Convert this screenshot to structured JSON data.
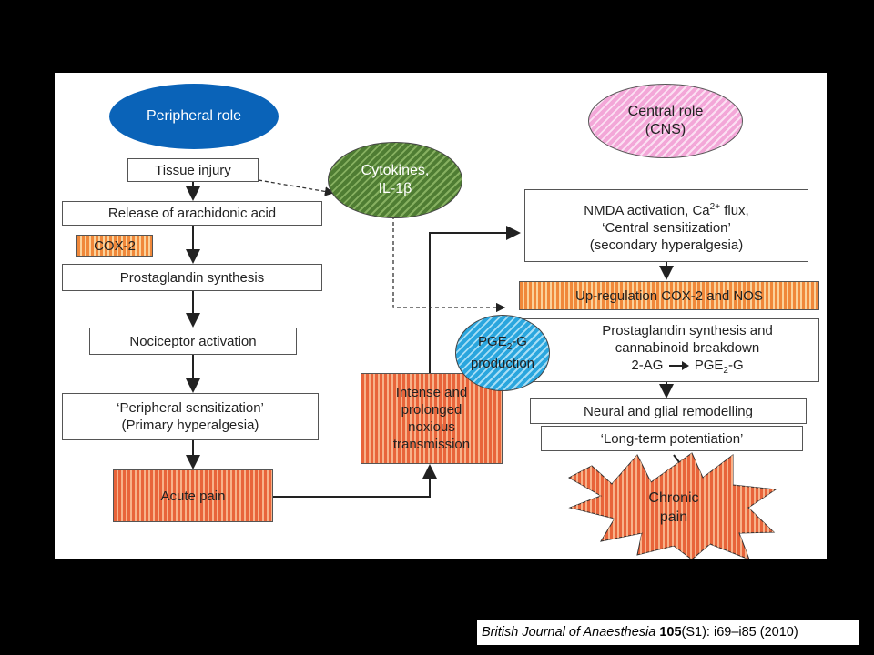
{
  "nodes": {
    "peripheral_role": "Peripheral role",
    "central_role_line1": "Central role",
    "central_role_line2": "(CNS)",
    "cytokines_line1": "Cytokines,",
    "cytokines_line2": "IL-1β",
    "tissue_injury": "Tissue injury",
    "arachidonic": "Release of arachidonic acid",
    "cox2": "COX-2",
    "prostaglandin_synthesis": "Prostaglandin synthesis",
    "nociceptor": "Nociceptor activation",
    "peripheral_sens_line1": "‘Peripheral sensitization’",
    "peripheral_sens_line2": "(Primary hyperalgesia)",
    "acute_pain": "Acute pain",
    "intense_line1": "Intense and",
    "intense_line2": "prolonged",
    "intense_line3": "noxious",
    "intense_line4": "transmission",
    "nmda_line1_a": "NMDA activation, Ca",
    "nmda_line1_sup": "2+",
    "nmda_line1_b": " flux,",
    "nmda_line2": "‘Central sensitization’",
    "nmda_line3": "(secondary hyperalgesia)",
    "upregulation": "Up-regulation COX-2 and NOS",
    "pg_cb_line1": "Prostaglandin synthesis and",
    "pg_cb_line2": "cannabinoid breakdown",
    "pg_cb_line3_a": "2-AG",
    "pg_cb_line3_b": "PGE",
    "pg_cb_line3_sub": "2",
    "pg_cb_line3_c": "-G",
    "pge2g_a": "PGE",
    "pge2g_sub": "2",
    "pge2g_b": "-G",
    "pge2g_line2": "production",
    "neural_glial": "Neural and glial remodelling",
    "ltp": "‘Long-term potentiation’",
    "chronic_line1": "Chronic",
    "chronic_line2": "pain"
  },
  "citation": {
    "journal": "British Journal of Anaesthesia",
    "volume": "105",
    "rest": " (S1): i69–i85 (2010)"
  },
  "colors": {
    "peripheral_oval": "#0a63b8",
    "central_oval": "#f3a7d8",
    "cytokines_oval": "#5a8a3a",
    "pge2g_oval": "#3db5e6",
    "orange": "#f0883a",
    "orange_red": "#e8643a"
  }
}
